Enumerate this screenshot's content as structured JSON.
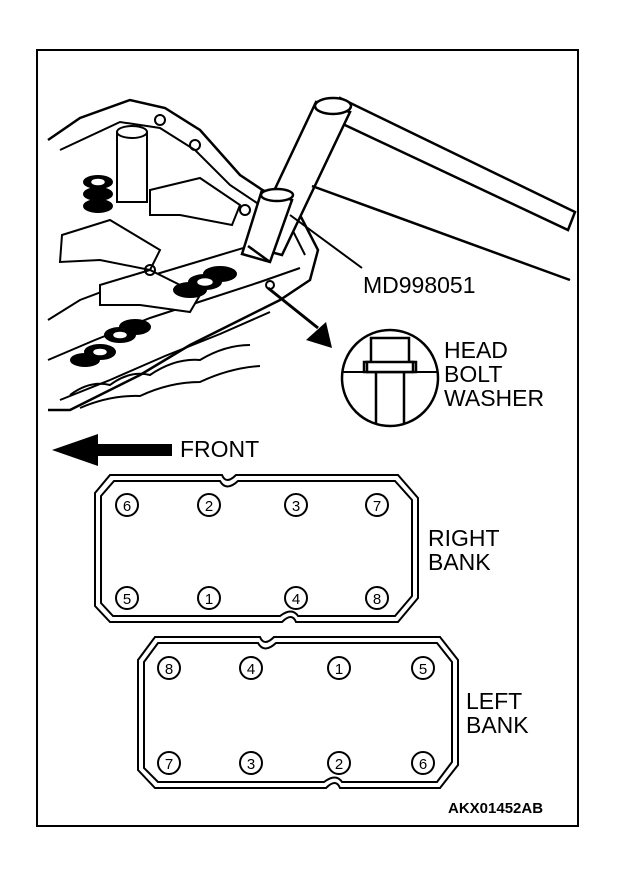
{
  "tool_label": "MD998051",
  "callout": {
    "line1": "HEAD",
    "line2": "BOLT",
    "line3": "WASHER"
  },
  "front_label": "FRONT",
  "right_bank": {
    "line1": "RIGHT",
    "line2": "BANK",
    "top_row": [
      "6",
      "2",
      "3",
      "7"
    ],
    "bottom_row": [
      "5",
      "1",
      "4",
      "8"
    ]
  },
  "left_bank": {
    "line1": "LEFT",
    "line2": "BANK",
    "top_row": [
      "8",
      "4",
      "1",
      "5"
    ],
    "bottom_row": [
      "7",
      "3",
      "2",
      "6"
    ]
  },
  "figure_code": "AKX01452AB"
}
